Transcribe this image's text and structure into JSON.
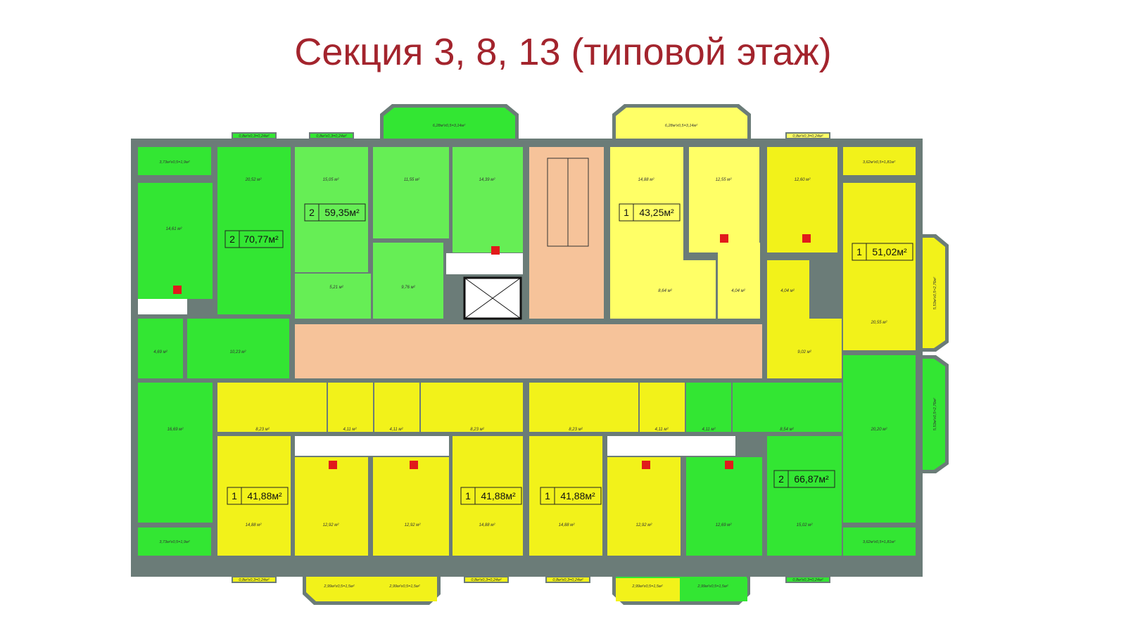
{
  "title": "Секция 3, 8, 13 (типовой этаж)",
  "colors": {
    "title": "#a3242d",
    "green": "#33e633",
    "light_green": "#66ee55",
    "yellow": "#f2f21a",
    "light_yellow": "#ffff66",
    "corridor": "#f6c39a",
    "wall": "#6b7c78"
  },
  "apartments": [
    {
      "rooms": "2",
      "area": "70,77м²"
    },
    {
      "rooms": "2",
      "area": "59,35м²"
    },
    {
      "rooms": "1",
      "area": "43,25м²"
    },
    {
      "rooms": "1",
      "area": "51,02м²"
    },
    {
      "rooms": "1",
      "area": "41,88м²"
    },
    {
      "rooms": "1",
      "area": "41,88м²"
    },
    {
      "rooms": "1",
      "area": "41,88м²"
    },
    {
      "rooms": "2",
      "area": "66,87м²"
    }
  ],
  "room_areas": {
    "r20_52": "20,52 м²",
    "r15_05": "15,05 м²",
    "r11_55": "11,55 м²",
    "r14_39": "14,39 м²",
    "r14_88a": "14,88 м²",
    "r12_55": "12,55 м²",
    "r12_60": "12,60 м²",
    "r14_61": "14,61 м²",
    "r5_21": "5,21 м²",
    "r9_76": "9,76 м²",
    "r8_64": "8,64 м²",
    "r4_04a": "4,04 м²",
    "r4_04b": "4,04 м²",
    "r20_55": "20,55 м²",
    "r4_69": "4,69 м²",
    "r10_23": "10,23 м²",
    "r9_02": "9,02 м²",
    "r16_69": "16,69 м²",
    "r8_23a": "8,23 м²",
    "r4_11a": "4,11 м²",
    "r4_11b": "4,11 м²",
    "r8_23b": "8,23 м²",
    "r8_23c": "8,23 м²",
    "r4_11c": "4,11 м²",
    "r4_11d": "4,11 м²",
    "r8_54": "8,54 м²",
    "r20_20": "20,20 м²",
    "r14_88b": "14,88 м²",
    "r12_92a": "12,92 м²",
    "r12_92b": "12,92 м²",
    "r14_88c": "14,88 м²",
    "r14_88d": "14,88 м²",
    "r12_92c": "12,92 м²",
    "r12_69": "12,69 м²",
    "r15_02": "15,02 м²"
  },
  "balconies": {
    "b_tl": "3,73м²х0,5=1,9м²",
    "b_bl": "3,73м²х0,5=1,9м²",
    "b_tr": "3,62м²х0,5=1,81м²",
    "b_br": "3,62м²х0,5=1,81м²",
    "bay_tl": "6,28м²х0,5=3,14м²",
    "bay_tr": "6,28м²х0,5=3,14м²",
    "lg1": "0,8м²х0,3=0,24м²",
    "lg2": "0,8м²х0,3=0,24м²",
    "lg3": "0,8м²х0,3=0,24м²",
    "lg4": "0,8м²х0,3=0,24м²",
    "lg5": "0,8м²х0,3=0,24м²",
    "lg6": "0,8м²х0,3=0,24м²",
    "lg7": "0,8м²х0,3=0,24м²",
    "bay_b1": "2,99м²х0,5=1,5м²",
    "bay_b2": "2,99м²х0,5=1,5м²",
    "bay_b3": "2,99м²х0,5=1,5м²",
    "bay_b4": "2,99м²х0,5=1,5м²",
    "bay_r1": "5,53м²х0,5=2,76м²",
    "bay_r2": "5,53м²х0,5=2,76м²"
  }
}
